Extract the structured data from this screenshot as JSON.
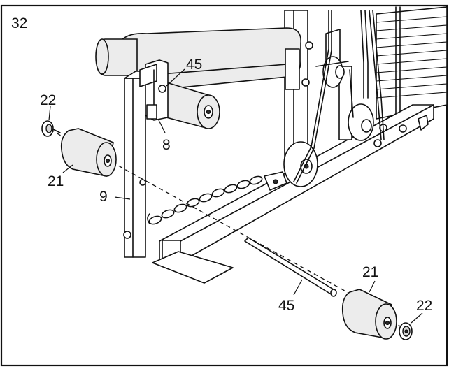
{
  "step_number": "32",
  "callouts": {
    "c45_top": "45",
    "c8": "8",
    "c22_left": "22",
    "c21_left": "21",
    "c9": "9",
    "c21_right": "21",
    "c45_bottom": "45",
    "c22_right": "22"
  }
}
